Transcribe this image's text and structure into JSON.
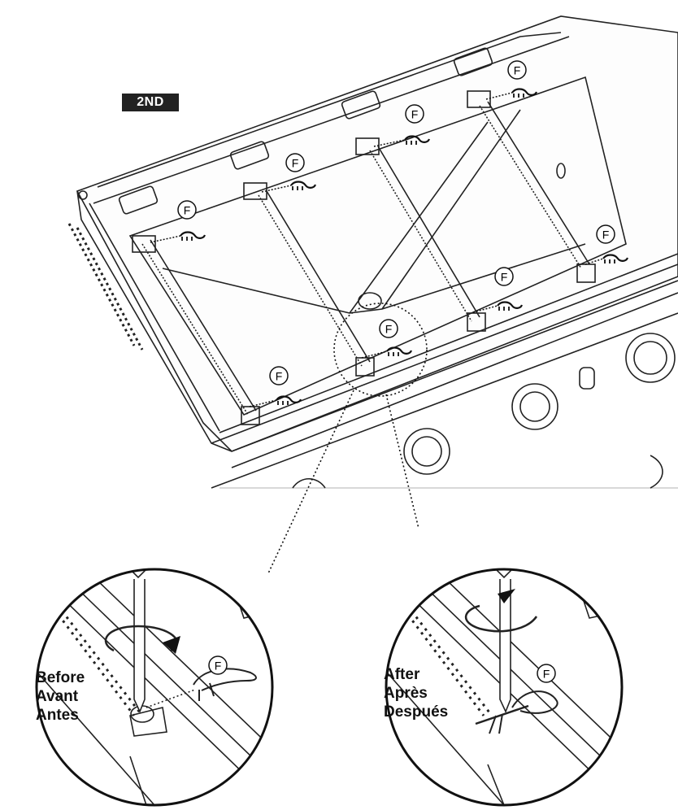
{
  "step_label": "2ND",
  "part_letter": "F",
  "before_labels": [
    "Before",
    "Avant",
    "Antes"
  ],
  "after_labels": [
    "After",
    "Après",
    "Después"
  ]
}
